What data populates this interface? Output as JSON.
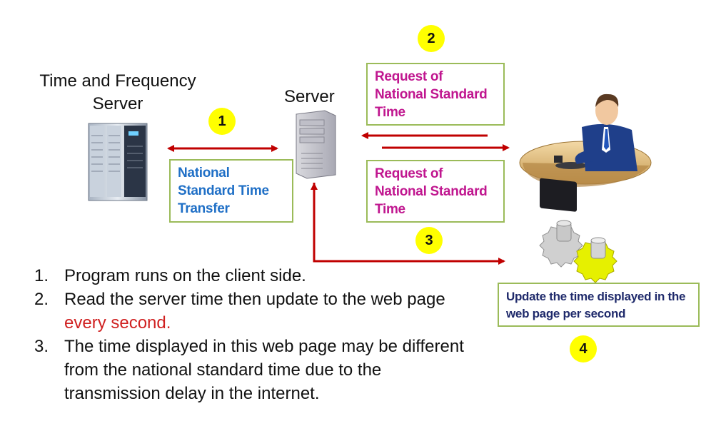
{
  "labels": {
    "tf_server": "Time and Frequency Server",
    "server": "Server"
  },
  "boxes": {
    "transfer": "National Standard Time Transfer",
    "request_upper": "Request of National Standard Time",
    "request_lower": "Request of National Standard Time",
    "update": "Update the time displayed in the web page per second"
  },
  "badges": [
    "1",
    "2",
    "3",
    "4"
  ],
  "steps": [
    {
      "num": "1.",
      "text": "Program runs on the client side."
    },
    {
      "num": "2.",
      "text": "Read the server time then update to the web page",
      "highlight": "every second."
    },
    {
      "num": "3.",
      "text": "The time displayed in this web page may be different from the national standard time due to the transmission delay in the internet."
    }
  ],
  "colors": {
    "arrow": "#c00000",
    "box_border": "#9bbb59",
    "badge": "#ffff00",
    "blue_text": "#1f6fc6",
    "magenta_text": "#c0168f",
    "highlight_text": "#d02020"
  },
  "icons": [
    "rack-server-icon",
    "tower-server-icon",
    "user-at-desk-icon",
    "gear-database-icon"
  ]
}
